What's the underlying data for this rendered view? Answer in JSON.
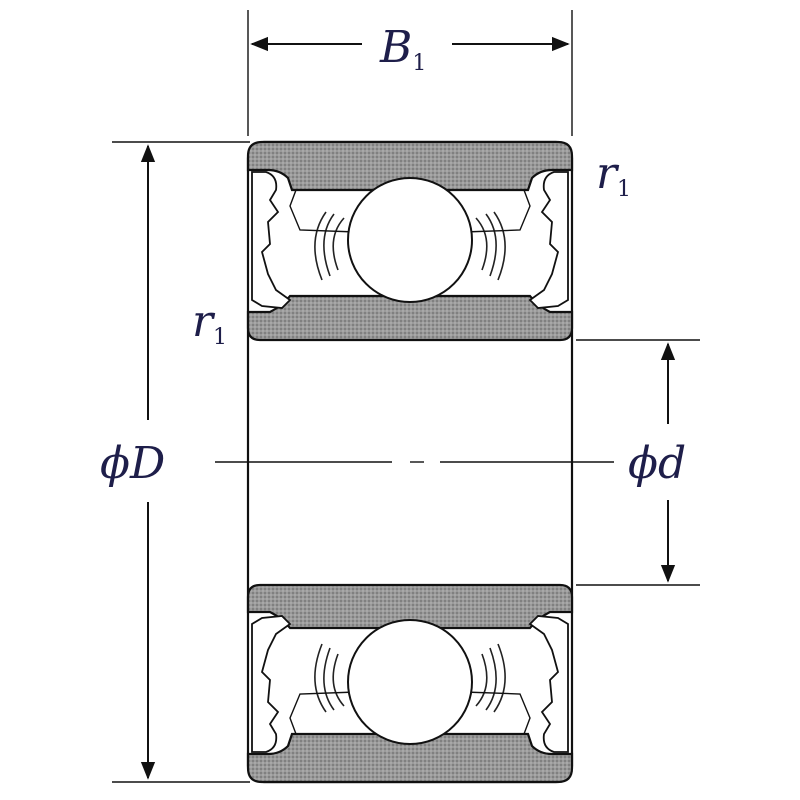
{
  "labels": {
    "width": {
      "main": "B",
      "sub": "1"
    },
    "chamfer_top": {
      "main": "r",
      "sub": "1"
    },
    "chamfer_left": {
      "main": "r",
      "sub": "1"
    },
    "outer_diameter": "ϕD",
    "bore_diameter": "ϕd"
  },
  "colors": {
    "ring_fill": "#8a8a8a",
    "line": "#111111",
    "label": "#1e1e4a"
  }
}
